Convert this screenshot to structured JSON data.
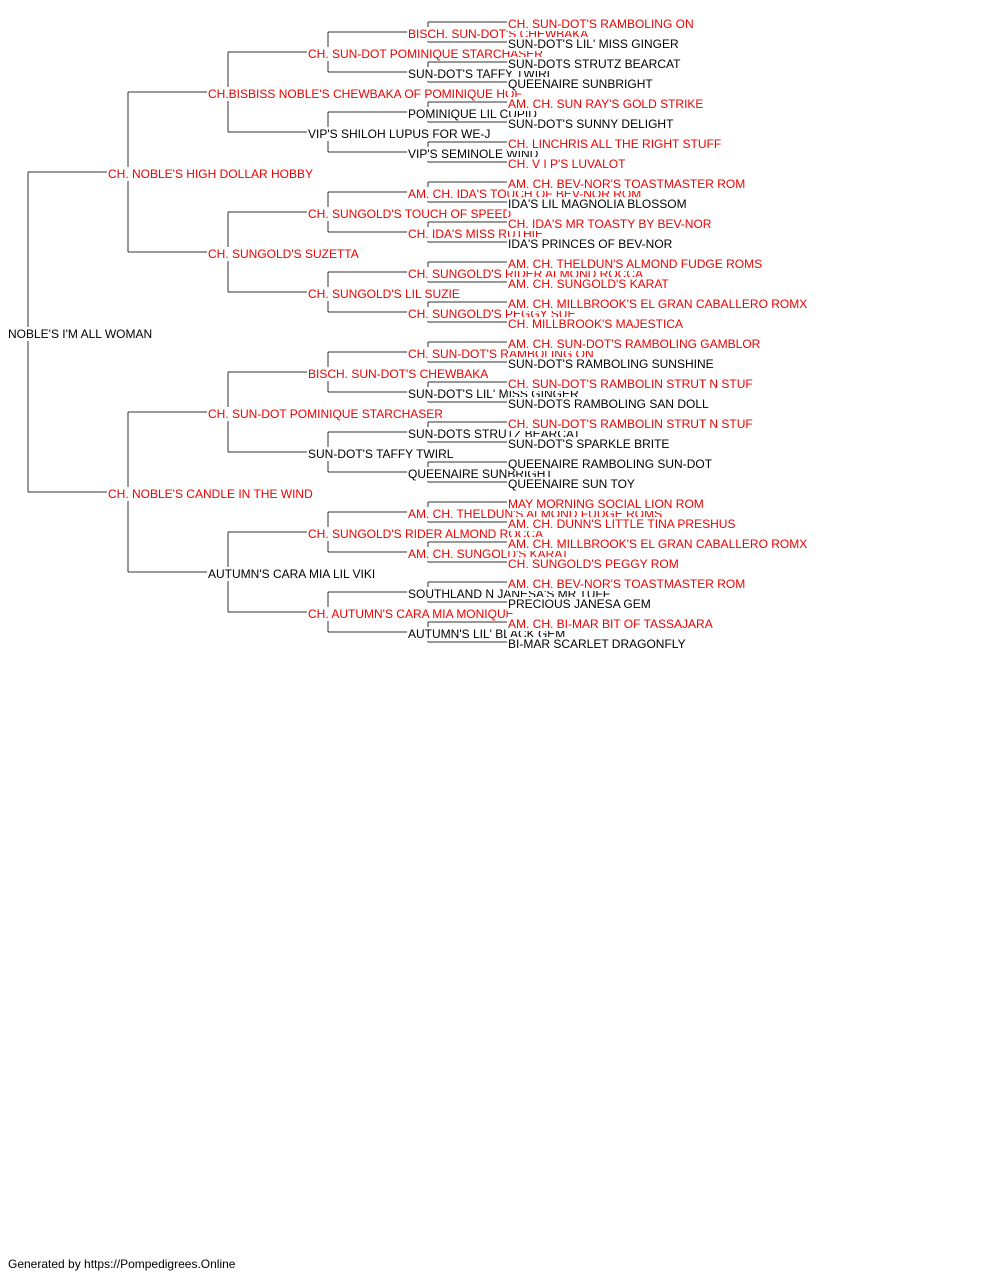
{
  "colors": {
    "champion": "#ee0000",
    "regular": "#000000",
    "connector": "#333333"
  },
  "footer": "Generated by https://Pompedigrees.Online",
  "pedigree": {
    "name": "NOBLE'S I'M ALL WOMAN",
    "champion": false,
    "sire": {
      "name": "CH. NOBLE'S HIGH DOLLAR HOBBY",
      "champion": true,
      "sire": {
        "name": "CH.BISBISS NOBLE'S CHEWBAKA OF POMINIQUE HOF",
        "champion": true,
        "sire": {
          "name": "CH. SUN-DOT POMINIQUE STARCHASER",
          "champion": true,
          "sire": {
            "name": "BISCH. SUN-DOT'S CHEWBAKA",
            "champion": true,
            "sire": {
              "name": "CH. SUN-DOT'S RAMBOLING ON",
              "champion": true
            },
            "dam": {
              "name": "SUN-DOT'S LIL' MISS GINGER",
              "champion": false
            }
          },
          "dam": {
            "name": "SUN-DOT'S TAFFY TWIRL",
            "champion": false,
            "sire": {
              "name": "SUN-DOTS STRUTZ BEARCAT",
              "champion": false
            },
            "dam": {
              "name": "QUEENAIRE SUNBRIGHT",
              "champion": false
            }
          }
        },
        "dam": {
          "name": "VIP'S SHILOH LUPUS FOR WE-J",
          "champion": false,
          "sire": {
            "name": "POMINIQUE LIL CUPID",
            "champion": false,
            "sire": {
              "name": "AM. CH. SUN RAY'S GOLD STRIKE",
              "champion": true
            },
            "dam": {
              "name": "SUN-DOT'S SUNNY DELIGHT",
              "champion": false
            }
          },
          "dam": {
            "name": "VIP'S SEMINOLE WIND",
            "champion": false,
            "sire": {
              "name": "CH. LINCHRIS ALL THE RIGHT STUFF",
              "champion": true
            },
            "dam": {
              "name": "CH. V I P'S LUVALOT",
              "champion": true
            }
          }
        }
      },
      "dam": {
        "name": "CH. SUNGOLD'S SUZETTA",
        "champion": true,
        "sire": {
          "name": "CH. SUNGOLD'S TOUCH OF SPEED",
          "champion": true,
          "sire": {
            "name": "AM. CH. IDA'S TOUCH OF BEV-NOR ROM",
            "champion": true,
            "sire": {
              "name": "AM. CH. BEV-NOR'S TOASTMASTER ROM",
              "champion": true
            },
            "dam": {
              "name": "IDA'S LIL MAGNOLIA BLOSSOM",
              "champion": false
            }
          },
          "dam": {
            "name": "CH. IDA'S MISS RUTHIE",
            "champion": true,
            "sire": {
              "name": "CH. IDA'S MR TOASTY BY BEV-NOR",
              "champion": true
            },
            "dam": {
              "name": "IDA'S PRINCES OF BEV-NOR",
              "champion": false
            }
          }
        },
        "dam": {
          "name": "CH. SUNGOLD'S LIL SUZIE",
          "champion": true,
          "sire": {
            "name": "CH. SUNGOLD'S RIDER ALMOND ROCCA",
            "champion": true,
            "sire": {
              "name": "AM. CH. THELDUN'S ALMOND FUDGE ROMS",
              "champion": true
            },
            "dam": {
              "name": "AM. CH. SUNGOLD'S KARAT",
              "champion": true
            }
          },
          "dam": {
            "name": "CH. SUNGOLD'S PEGGY SUE",
            "champion": true,
            "sire": {
              "name": "AM. CH. MILLBROOK'S EL GRAN CABALLERO ROMX",
              "champion": true
            },
            "dam": {
              "name": "CH. MILLBROOK'S MAJESTICA",
              "champion": true
            }
          }
        }
      }
    },
    "dam": {
      "name": "CH. NOBLE'S CANDLE IN THE WIND",
      "champion": true,
      "sire": {
        "name": "CH. SUN-DOT POMINIQUE STARCHASER",
        "champion": true,
        "sire": {
          "name": "BISCH. SUN-DOT'S CHEWBAKA",
          "champion": true,
          "sire": {
            "name": "CH. SUN-DOT'S RAMBOLING ON",
            "champion": true,
            "sire": {
              "name": "AM. CH. SUN-DOT'S RAMBOLING GAMBLOR",
              "champion": true
            },
            "dam": {
              "name": "SUN-DOT'S RAMBOLING SUNSHINE",
              "champion": false
            }
          },
          "dam": {
            "name": "SUN-DOT'S LIL' MISS GINGER",
            "champion": false,
            "sire": {
              "name": "CH. SUN-DOT'S RAMBOLIN STRUT N STUF",
              "champion": true
            },
            "dam": {
              "name": "SUN-DOTS RAMBOLING SAN DOLL",
              "champion": false
            }
          }
        },
        "dam": {
          "name": "SUN-DOT'S TAFFY TWIRL",
          "champion": false,
          "sire": {
            "name": "SUN-DOTS STRUTZ BEARCAT",
            "champion": false,
            "sire": {
              "name": "CH. SUN-DOT'S RAMBOLIN STRUT N STUF",
              "champion": true
            },
            "dam": {
              "name": "SUN-DOT'S SPARKLE BRITE",
              "champion": false
            }
          },
          "dam": {
            "name": "QUEENAIRE SUNBRIGHT",
            "champion": false,
            "sire": {
              "name": "QUEENAIRE RAMBOLING SUN-DOT",
              "champion": false
            },
            "dam": {
              "name": "QUEENAIRE SUN TOY",
              "champion": false
            }
          }
        }
      },
      "dam": {
        "name": "AUTUMN'S CARA MIA LIL VIKI",
        "champion": false,
        "sire": {
          "name": "CH. SUNGOLD'S RIDER ALMOND ROCCA",
          "champion": true,
          "sire": {
            "name": "AM. CH. THELDUN'S ALMOND FUDGE ROMS",
            "champion": true,
            "sire": {
              "name": "MAY MORNING SOCIAL LION ROM",
              "champion": true
            },
            "dam": {
              "name": "AM. CH. DUNN'S LITTLE TINA PRESHUS",
              "champion": true
            }
          },
          "dam": {
            "name": "AM. CH. SUNGOLD'S KARAT",
            "champion": true,
            "sire": {
              "name": "AM. CH. MILLBROOK'S EL GRAN CABALLERO ROMX",
              "champion": true
            },
            "dam": {
              "name": "CH. SUNGOLD'S PEGGY ROM",
              "champion": true
            }
          }
        },
        "dam": {
          "name": "CH. AUTUMN'S CARA MIA MONIQUE",
          "champion": true,
          "sire": {
            "name": "SOUTHLAND N JANESA'S MR TUFF",
            "champion": false,
            "sire": {
              "name": "AM. CH. BEV-NOR'S TOASTMASTER ROM",
              "champion": true
            },
            "dam": {
              "name": "PRECIOUS JANESA GEM",
              "champion": false
            }
          },
          "dam": {
            "name": "AUTUMN'S LIL' BLACK GEM",
            "champion": false,
            "sire": {
              "name": "AM. CH. BI-MAR BIT OF TASSAJARA",
              "champion": true
            },
            "dam": {
              "name": "BI-MAR SCARLET DRAGONFLY",
              "champion": false
            }
          }
        }
      }
    }
  }
}
